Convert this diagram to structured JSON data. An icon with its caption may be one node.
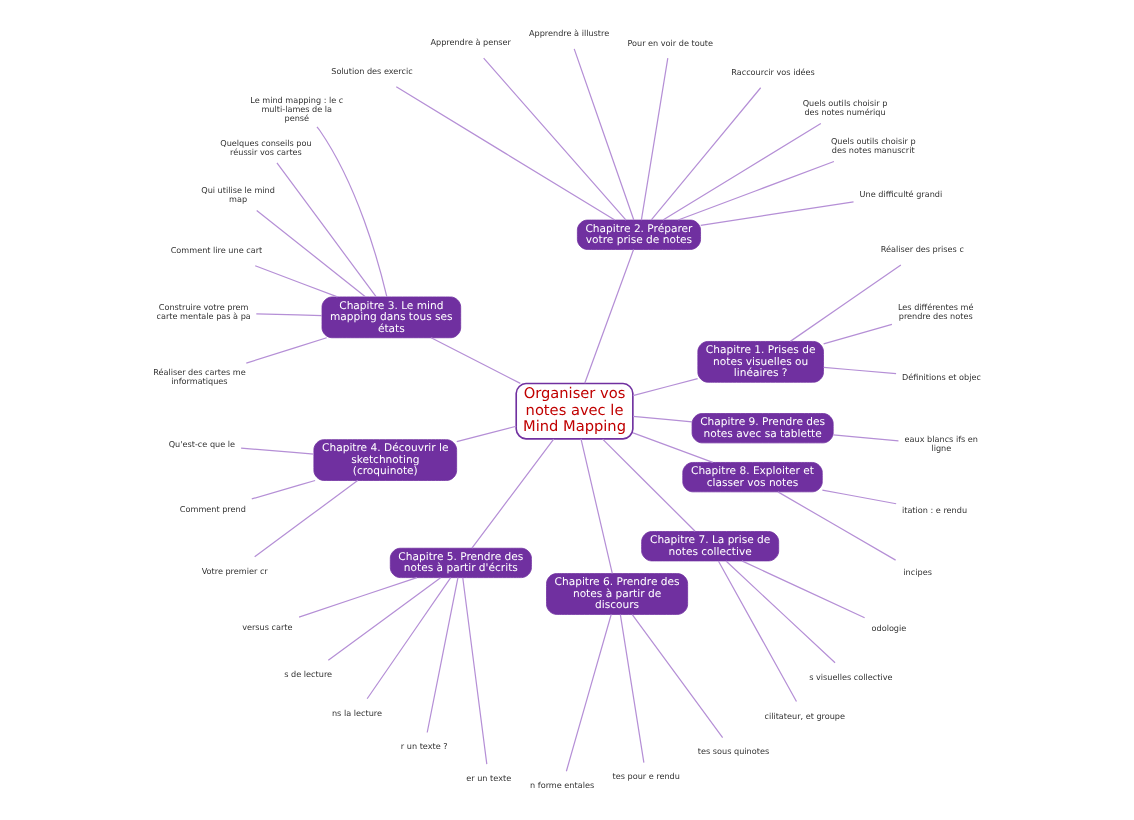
{
  "diagram": {
    "nodes": [
      {
        "text": [
          "Organiser vos notes avec le Mind Mapping"
        ]
      },
      {
        "text": [
          "Chapitre 1. Prises de notes visuelles ou linéaires ?"
        ]
      },
      {
        "text": [
          "Chapitre 2. Préparer votre prise de notes"
        ]
      },
      {
        "text": [
          "Chapitre 3. Le mind mapping dans tous ses états"
        ]
      },
      {
        "text": [
          "Chapitre 4. Découvrir le sketchnoting (croquinote)"
        ]
      },
      {
        "text": [
          "Chapitre 5. Prendre des notes à partir d'écrits"
        ]
      },
      {
        "text": [
          "Chapitre 6. Prendre des notes à partir de discours"
        ]
      },
      {
        "text": [
          "Chapitre 7. La prise de notes collective"
        ]
      },
      {
        "text": [
          "Chapitre 8. Exploiter et classer vos notes"
        ]
      },
      {
        "text": [
          "Chapitre 9. Prendre des notes avec sa tablette"
        ]
      },
      {
        "text": [
          "Définitions et objec"
        ]
      },
      {
        "text": [
          "Les différentes mé prendre des notes"
        ]
      },
      {
        "text": [
          "Réaliser des prises c"
        ]
      },
      {
        "text": [
          "Une difficulté grandi"
        ]
      },
      {
        "text": [
          "Quels outils choisir p des notes manuscrit"
        ]
      },
      {
        "text": [
          "Quels outils choisir p des notes numériqu"
        ]
      },
      {
        "text": [
          "Raccourcir vos idées"
        ]
      },
      {
        "text": [
          "Pour en voir de toute"
        ]
      },
      {
        "text": [
          "Apprendre à illustre"
        ]
      },
      {
        "text": [
          "Apprendre à penser"
        ]
      },
      {
        "text": [
          "Solution des exercic"
        ]
      },
      {
        "text": [
          "Le mind mapping : le c multi-lames de la pensé"
        ]
      },
      {
        "text": [
          "Quelques conseils pou réussir vos cartes"
        ]
      },
      {
        "text": [
          "Qui utilise le mind map"
        ]
      },
      {
        "text": [
          "Comment lire une cart"
        ]
      },
      {
        "text": [
          "Construire votre prem carte mentale pas à pa"
        ]
      },
      {
        "text": [
          "Réaliser des cartes me informatiques"
        ]
      },
      {
        "text": [
          "Qu'est-ce que le"
        ]
      },
      {
        "text": [
          "Comment prend"
        ]
      },
      {
        "text": [
          "Votre premier cr"
        ]
      },
      {
        "text": [
          "versus carte"
        ]
      },
      {
        "text": [
          "s de lecture"
        ]
      },
      {
        "text": [
          "ns la lecture"
        ]
      },
      {
        "text": [
          "r un texte ?"
        ]
      },
      {
        "text": [
          "er un texte"
        ]
      },
      {
        "text": [
          "n forme entales"
        ]
      },
      {
        "text": [
          "tes pour e rendu"
        ]
      },
      {
        "text": [
          "tes sous quinotes"
        ]
      },
      {
        "text": [
          "cilitateur, et groupe"
        ]
      },
      {
        "text": [
          "s visuelles collective"
        ]
      },
      {
        "text": [
          "odologie"
        ]
      },
      {
        "text": [
          "incipes"
        ]
      },
      {
        "text": [
          "itation : e rendu"
        ]
      },
      {
        "text": [
          "eaux blancs ifs en ligne"
        ]
      }
    ],
    "edges": [
      {
        "from": 0,
        "to": 1,
        "arrow": "none"
      },
      {
        "from": 0,
        "to": 2,
        "arrow": "none"
      },
      {
        "from": 0,
        "to": 3,
        "arrow": "none"
      },
      {
        "from": 0,
        "to": 4,
        "arrow": "none"
      },
      {
        "from": 0,
        "to": 5,
        "arrow": "none"
      },
      {
        "from": 0,
        "to": 6,
        "arrow": "none"
      },
      {
        "from": 0,
        "to": 7,
        "arrow": "none"
      },
      {
        "from": 0,
        "to": 8,
        "arrow": "none"
      },
      {
        "from": 0,
        "to": 9,
        "arrow": "none"
      },
      {
        "from": 1,
        "to": 10,
        "arrow": "none"
      },
      {
        "from": 1,
        "to": 11,
        "arrow": "none"
      },
      {
        "from": 1,
        "to": 12,
        "arrow": "none"
      },
      {
        "from": 2,
        "to": 13,
        "arrow": "none"
      },
      {
        "from": 2,
        "to": 14,
        "arrow": "none"
      },
      {
        "from": 2,
        "to": 15,
        "arrow": "none"
      },
      {
        "from": 2,
        "to": 16,
        "arrow": "none"
      },
      {
        "from": 2,
        "to": 17,
        "arrow": "none"
      },
      {
        "from": 2,
        "to": 18,
        "arrow": "none"
      },
      {
        "from": 2,
        "to": 19,
        "arrow": "none"
      },
      {
        "from": 2,
        "to": 20,
        "arrow": "none"
      },
      {
        "from": 3,
        "to": 21,
        "arrow": "none"
      },
      {
        "from": 3,
        "to": 22,
        "arrow": "none"
      },
      {
        "from": 3,
        "to": 23,
        "arrow": "none"
      },
      {
        "from": 3,
        "to": 24,
        "arrow": "none"
      },
      {
        "from": 3,
        "to": 25,
        "arrow": "none"
      },
      {
        "from": 3,
        "to": 26,
        "arrow": "none"
      },
      {
        "from": 4,
        "to": 27,
        "arrow": "none"
      },
      {
        "from": 4,
        "to": 28,
        "arrow": "none"
      },
      {
        "from": 4,
        "to": 29,
        "arrow": "none"
      },
      {
        "from": 5,
        "to": 30,
        "arrow": "none"
      },
      {
        "from": 5,
        "to": 31,
        "arrow": "none"
      },
      {
        "from": 5,
        "to": 32,
        "arrow": "none"
      },
      {
        "from": 5,
        "to": 33,
        "arrow": "none"
      },
      {
        "from": 5,
        "to": 34,
        "arrow": "none"
      },
      {
        "from": 6,
        "to": 35,
        "arrow": "none"
      },
      {
        "from": 6,
        "to": 36,
        "arrow": "none"
      },
      {
        "from": 6,
        "to": 37,
        "arrow": "none"
      },
      {
        "from": 7,
        "to": 38,
        "arrow": "none"
      },
      {
        "from": 7,
        "to": 39,
        "arrow": "none"
      },
      {
        "from": 7,
        "to": 40,
        "arrow": "none"
      },
      {
        "from": 8,
        "to": 41,
        "arrow": "none"
      },
      {
        "from": 8,
        "to": 42,
        "arrow": "none"
      },
      {
        "from": 9,
        "to": 43,
        "arrow": "none"
      }
    ]
  }
}
